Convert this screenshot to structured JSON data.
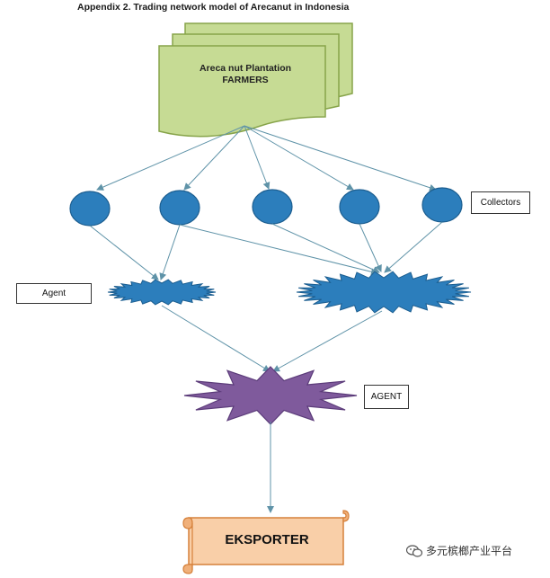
{
  "caption": "Appendix 2. Trading network model of Arecanut in Indonesia",
  "farmers": {
    "line1": "Areca nut Plantation",
    "line2": "FARMERS"
  },
  "labels": {
    "collectors": "Collectors",
    "agent": "Agent",
    "agent_upper": "AGENT"
  },
  "exporter": "EKSPORTER",
  "watermark": "多元槟榔产业平台",
  "colors": {
    "document_fill": "#c6db94",
    "document_stroke": "#87a44a",
    "collector_fill": "#2c7ebc",
    "collector_stroke": "#1c5e90",
    "agent_fill": "#2c7ebc",
    "big_agent_fill": "#7f5a9c",
    "exporter_fill": "#f9cfa8",
    "exporter_stroke": "#d5803a",
    "arrow": "#5f93a8"
  },
  "icons": [
    "wechat-icon"
  ]
}
